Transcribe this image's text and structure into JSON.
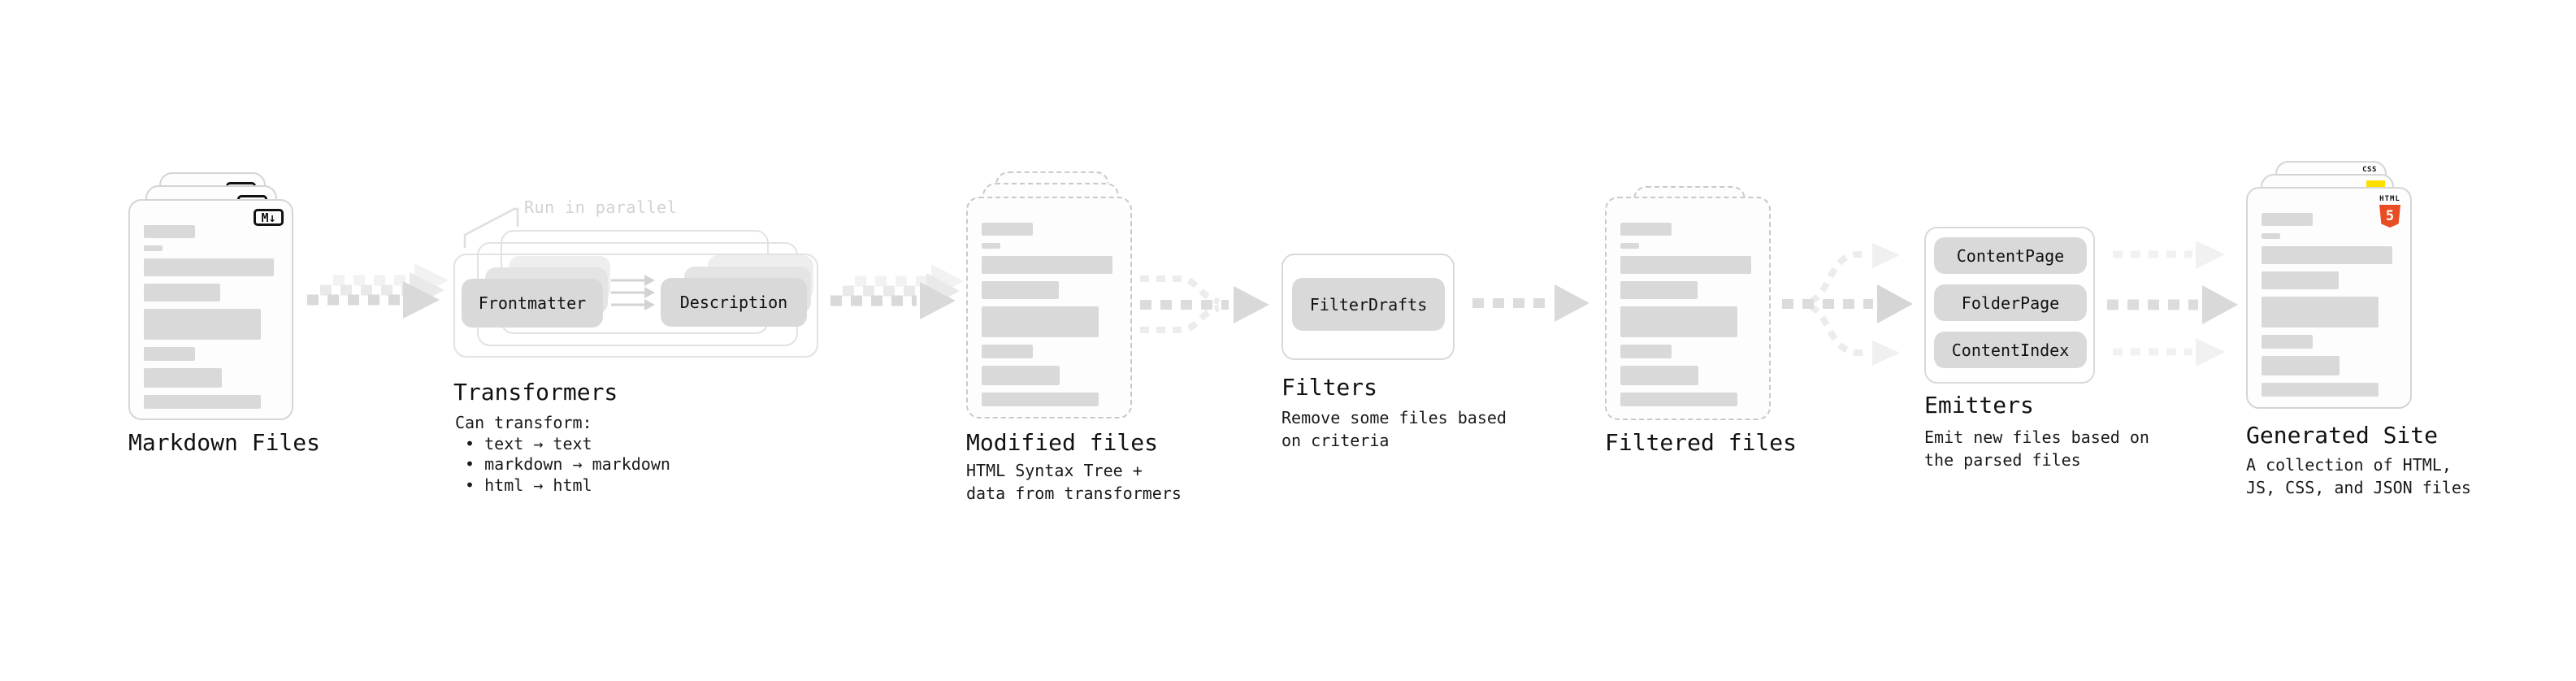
{
  "stages": {
    "markdown_files": {
      "title": "Markdown Files",
      "badge": "M↓"
    },
    "transformers": {
      "note": "Run in parallel",
      "pill_left": "Frontmatter",
      "pill_right": "Description",
      "title": "Transformers",
      "description": "Can transform:\n • text → text\n • markdown → markdown\n • html → html"
    },
    "modified_files": {
      "title": "Modified files",
      "subtitle": "HTML Syntax Tree +\ndata from transformers"
    },
    "filters": {
      "pill": "FilterDrafts",
      "title": "Filters",
      "subtitle": "Remove some files based\non criteria"
    },
    "filtered_files": {
      "title": "Filtered files"
    },
    "emitters": {
      "pills": [
        "ContentPage",
        "FolderPage",
        "ContentIndex"
      ],
      "title": "Emitters",
      "subtitle": "Emit new files based on\nthe parsed files"
    },
    "generated_site": {
      "title": "Generated Site",
      "subtitle": "A collection of HTML,\nJS, CSS, and JSON files",
      "badge_css": "CSS",
      "badge_html_word": "HTML",
      "badge_html_number": "5"
    }
  },
  "colors": {
    "placeholder_bar": "#d9d9d9",
    "pill_fill": "#d9d9d9",
    "doc_border": "#d5d5d5",
    "dashed_border": "#c9c9c9",
    "arrow": "#d9d9d9",
    "arrow_light": "#efefef",
    "note_gray": "#d2d2d2",
    "html5_orange": "#e84e23",
    "js_yellow": "#ffdf00",
    "css_blue": "#2862e9"
  }
}
